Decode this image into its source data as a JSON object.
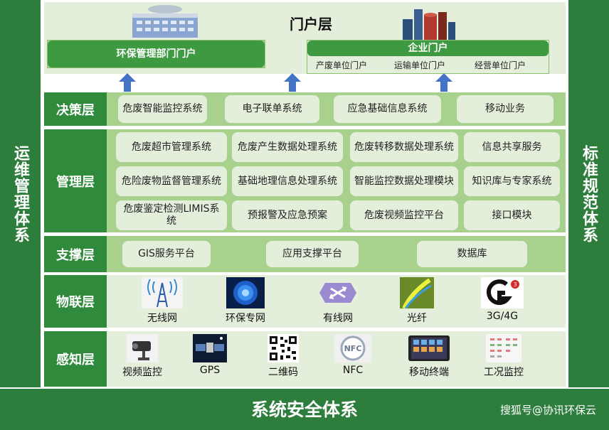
{
  "side_left": "运维管理体系",
  "side_right": "标准规范体系",
  "bottom_title": "系统安全体系",
  "watermark": "搜狐号@协讯环保云",
  "portal": {
    "title": "门户层",
    "left_bar": "环保管理部门门户",
    "right_bar": "企业门户",
    "right_items": [
      "产废单位门户",
      "运输单位门户",
      "经营单位门户"
    ]
  },
  "layers": {
    "decision": {
      "label": "决策层",
      "boxes": [
        "危废智能监控系统",
        "电子联单系统",
        "应急基础信息系统",
        "移动业务"
      ]
    },
    "management": {
      "label": "管理层",
      "boxes": [
        "危废超市管理系统",
        "危废产生数据处理系统",
        "危废转移数据处理系统",
        "信息共享服务",
        "危险废物监督管理系统",
        "基础地理信息处理系统",
        "智能监控数据处理模块",
        "知识库与专家系统",
        "危废鉴定检测LIMIS系统",
        "预报警及应急预案",
        "危废视频监控平台",
        "接口模块"
      ]
    },
    "support": {
      "label": "支撑层",
      "boxes": [
        "GIS服务平台",
        "应用支撑平台",
        "数据库"
      ]
    },
    "iot": {
      "label": "物联层",
      "items": [
        "无线网",
        "环保专网",
        "有线网",
        "光纤",
        "3G/4G"
      ]
    },
    "perception": {
      "label": "感知层",
      "items": [
        "视频监控",
        "GPS",
        "二维码",
        "NFC",
        "移动终端",
        "工况监控"
      ]
    }
  },
  "colors": {
    "dark_green": "#2d7d3c",
    "label_green": "#2f8a3b",
    "light_green": "#a9d18e",
    "pale_green": "#e4efdb",
    "head_green": "#3e9a41",
    "arrow_blue": "#4472c4"
  }
}
